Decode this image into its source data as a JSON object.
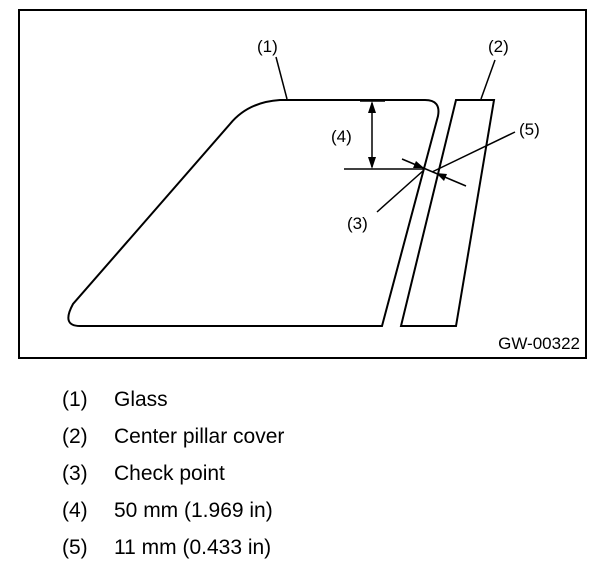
{
  "figure_id": "GW-00322",
  "callouts": {
    "c1": "(1)",
    "c2": "(2)",
    "c3": "(3)",
    "c4": "(4)",
    "c5": "(5)"
  },
  "legend": [
    {
      "num": "(1)",
      "text": "Glass"
    },
    {
      "num": "(2)",
      "text": "Center pillar cover"
    },
    {
      "num": "(3)",
      "text": "Check point"
    },
    {
      "num": "(4)",
      "text": "50 mm (1.969 in)"
    },
    {
      "num": "(5)",
      "text": "11 mm (0.433 in)"
    }
  ]
}
